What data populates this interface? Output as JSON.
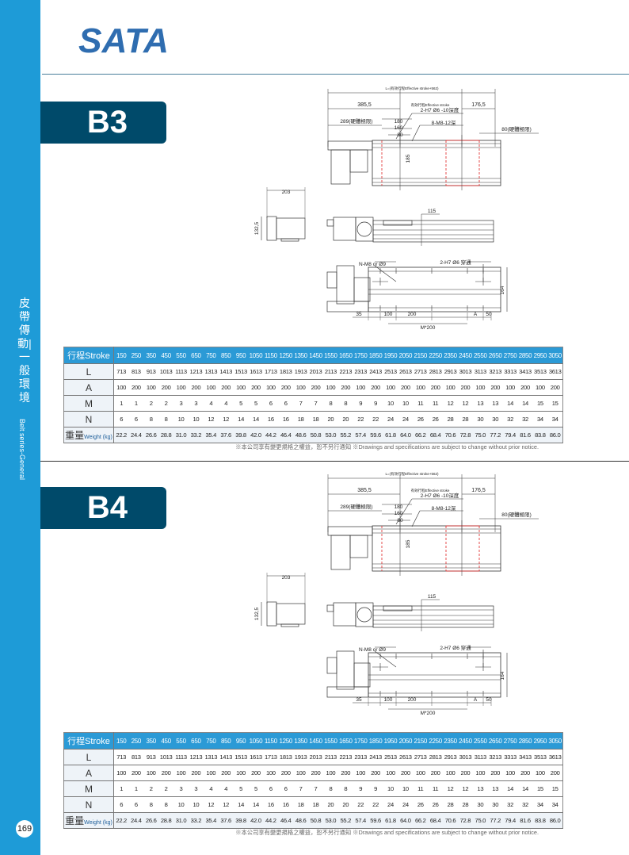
{
  "brand": {
    "logo_text": "SATA",
    "color": "#2f6db0"
  },
  "sidebar": {
    "category_zh": "皮帶傳動|一般環境",
    "category_en": "Belt series-General",
    "page_number": "169"
  },
  "colors": {
    "sidebar": "#1e9bd7",
    "badge": "#004a6a",
    "table_header": "#2b9ad6"
  },
  "labels": {
    "L": "L=(有效行程Effective stroke+562)",
    "d385": "385,5",
    "eff": "有效行程Effective stroke",
    "d176": "176,5",
    "d289": "289(硬體極限)",
    "d180": "180",
    "d160": "160",
    "d80": "80",
    "h7": "2-H7 Ø6 -10深度",
    "m8": "8-M8-12深",
    "d80r": "80(硬體極限)",
    "d185": "185",
    "d203": "203",
    "d132": "132,5",
    "d115": "115",
    "nm8": "N-M8 or Ø9",
    "h7t": "2-H7 Ø6 穿通",
    "d164": "164",
    "d35": "35",
    "d100": "100",
    "d200": "200",
    "dA": "A",
    "d50": "50",
    "m200": "M*200"
  },
  "table": {
    "header_zh": "行程",
    "header_en": "Stroke",
    "weight_zh": "重量",
    "weight_en": "Weight (kg)",
    "rows_labels": [
      "L",
      "A",
      "M",
      "N"
    ],
    "stroke": [
      "150",
      "250",
      "350",
      "450",
      "550",
      "650",
      "750",
      "850",
      "950",
      "1050",
      "1150",
      "1250",
      "1350",
      "1450",
      "1550",
      "1650",
      "1750",
      "1850",
      "1950",
      "2050",
      "2150",
      "2250",
      "2350",
      "2450",
      "2550",
      "2650",
      "2750",
      "2850",
      "2950",
      "3050"
    ],
    "L": [
      "713",
      "813",
      "913",
      "1013",
      "1113",
      "1213",
      "1313",
      "1413",
      "1513",
      "1613",
      "1713",
      "1813",
      "1913",
      "2013",
      "2113",
      "2213",
      "2313",
      "2413",
      "2513",
      "2613",
      "2713",
      "2813",
      "2913",
      "3013",
      "3113",
      "3213",
      "3313",
      "3413",
      "3513",
      "3613"
    ],
    "A": [
      "100",
      "200",
      "100",
      "200",
      "100",
      "200",
      "100",
      "200",
      "100",
      "200",
      "100",
      "200",
      "100",
      "200",
      "100",
      "200",
      "100",
      "200",
      "100",
      "200",
      "100",
      "200",
      "100",
      "200",
      "100",
      "200",
      "100",
      "200",
      "100",
      "200"
    ],
    "M": [
      "1",
      "1",
      "2",
      "2",
      "3",
      "3",
      "4",
      "4",
      "5",
      "5",
      "6",
      "6",
      "7",
      "7",
      "8",
      "8",
      "9",
      "9",
      "10",
      "10",
      "11",
      "11",
      "12",
      "12",
      "13",
      "13",
      "14",
      "14",
      "15",
      "15"
    ],
    "N": [
      "6",
      "6",
      "8",
      "8",
      "10",
      "10",
      "12",
      "12",
      "14",
      "14",
      "16",
      "16",
      "18",
      "18",
      "20",
      "20",
      "22",
      "22",
      "24",
      "24",
      "26",
      "26",
      "28",
      "28",
      "30",
      "30",
      "32",
      "32",
      "34",
      "34"
    ],
    "W": [
      "22.2",
      "24.4",
      "26.6",
      "28.8",
      "31.0",
      "33.2",
      "35.4",
      "37.6",
      "39.8",
      "42.0",
      "44.2",
      "46.4",
      "48.6",
      "50.8",
      "53.0",
      "55.2",
      "57.4",
      "59.6",
      "61.8",
      "64.0",
      "66.2",
      "68.4",
      "70.6",
      "72.8",
      "75.0",
      "77.2",
      "79.4",
      "81.6",
      "83.8",
      "86.0"
    ]
  },
  "note": "※本公司享有變更規格之權益，恕不另行通知 ※Drawings and specifications are subject to change without prior notice.",
  "sections": [
    {
      "model": "B3"
    },
    {
      "model": "B4"
    }
  ]
}
